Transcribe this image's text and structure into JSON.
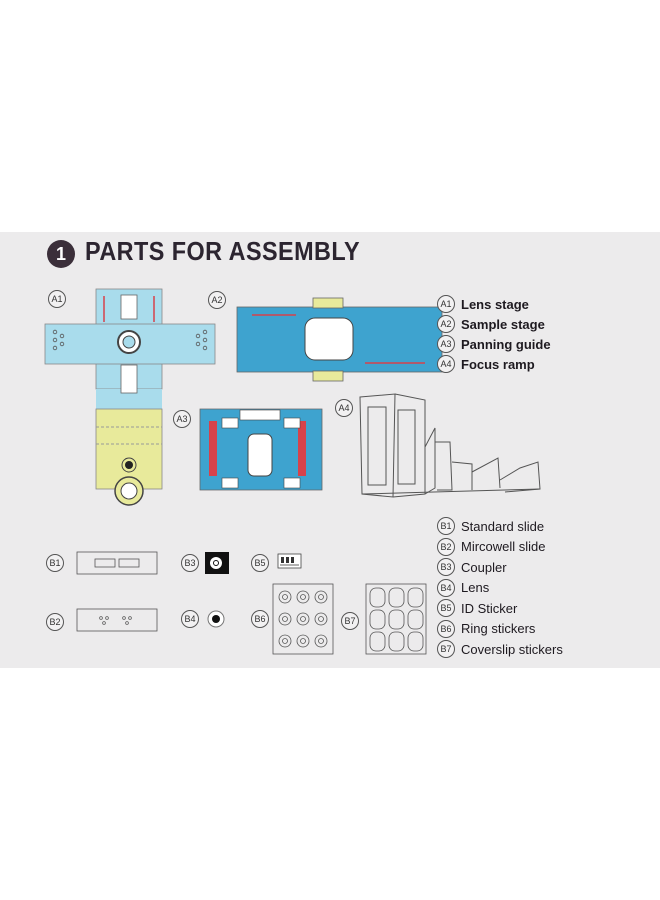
{
  "header": {
    "number": "1",
    "title": "PARTS FOR ASSEMBLY"
  },
  "tags": {
    "a1": "A1",
    "a2": "A2",
    "a3": "A3",
    "a4": "A4",
    "b1": "B1",
    "b2": "B2",
    "b3": "B3",
    "b4": "B4",
    "b5": "B5",
    "b6": "B6",
    "b7": "B7"
  },
  "legend_a": [
    {
      "tag": "A1",
      "label": "Lens stage"
    },
    {
      "tag": "A2",
      "label": "Sample stage"
    },
    {
      "tag": "A3",
      "label": "Panning guide"
    },
    {
      "tag": "A4",
      "label": "Focus ramp"
    }
  ],
  "legend_b": [
    {
      "tag": "B1",
      "label": "Standard slide"
    },
    {
      "tag": "B2",
      "label": "Mircowell slide"
    },
    {
      "tag": "B3",
      "label": "Coupler"
    },
    {
      "tag": "B4",
      "label": "Lens"
    },
    {
      "tag": "B5",
      "label": "ID Sticker"
    },
    {
      "tag": "B6",
      "label": "Ring stickers"
    },
    {
      "tag": "B7",
      "label": "Coverslip stickers"
    }
  ],
  "colors": {
    "sheet": "#ecebec",
    "light_blue": "#a9dcec",
    "yellow": "#e8ea9b",
    "stage_blue": "#3ea3cf",
    "red": "#d6424b"
  }
}
